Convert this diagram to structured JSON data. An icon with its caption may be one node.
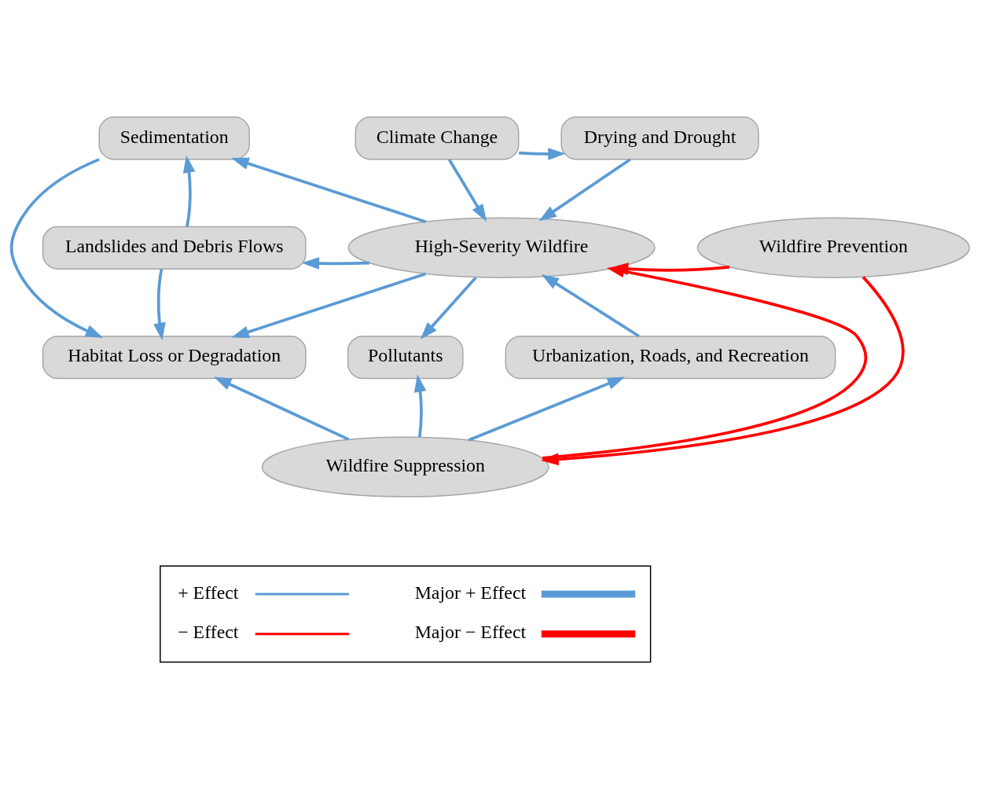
{
  "diagram": {
    "nodes": [
      {
        "text": [
          "Climate Change"
        ]
      },
      {
        "text": [
          "Drying and Drought"
        ]
      },
      {
        "text": [
          "Sedimentation"
        ]
      },
      {
        "text": [
          "Landslides and Debris Flows"
        ]
      },
      {
        "text": [
          "High-Severity Wildfire"
        ]
      },
      {
        "text": [
          "Wildfire Prevention"
        ]
      },
      {
        "text": [
          "Habitat Loss or Degradation"
        ]
      },
      {
        "text": [
          "Pollutants"
        ]
      },
      {
        "text": [
          "Urbanization, Roads, and Recreation"
        ]
      },
      {
        "text": [
          "Wildfire Suppression"
        ]
      }
    ],
    "edges": [
      {
        "from": 0,
        "to": 1,
        "arrow": "to"
      },
      {
        "from": 0,
        "to": 4,
        "arrow": "to"
      },
      {
        "from": 1,
        "to": 4,
        "arrow": "to"
      },
      {
        "from": 4,
        "to": 2,
        "arrow": "to"
      },
      {
        "from": 4,
        "to": 3,
        "arrow": "to"
      },
      {
        "from": 3,
        "to": 2,
        "arrow": "to"
      },
      {
        "from": 3,
        "to": 6,
        "arrow": "to"
      },
      {
        "from": 2,
        "to": 6,
        "arrow": "to"
      },
      {
        "from": 4,
        "to": 6,
        "arrow": "to"
      },
      {
        "from": 4,
        "to": 7,
        "arrow": "to"
      },
      {
        "from": 8,
        "to": 4,
        "arrow": "to"
      },
      {
        "from": 5,
        "to": 4,
        "arrow": "to",
        "color": "#ff0000"
      },
      {
        "from": 5,
        "to": 9,
        "arrow": "to",
        "color": "#ff0000"
      },
      {
        "from": 9,
        "to": 4,
        "arrow": "to",
        "color": "#ff0000"
      },
      {
        "from": 9,
        "to": 6,
        "arrow": "to"
      },
      {
        "from": 9,
        "to": 7,
        "arrow": "to"
      },
      {
        "from": 9,
        "to": 8,
        "arrow": "to"
      }
    ],
    "legend": [
      {
        "text": "+ Effect"
      },
      {
        "text": "Major + Effect"
      },
      {
        "text": "− Effect"
      },
      {
        "text": "Major − Effect"
      }
    ]
  }
}
